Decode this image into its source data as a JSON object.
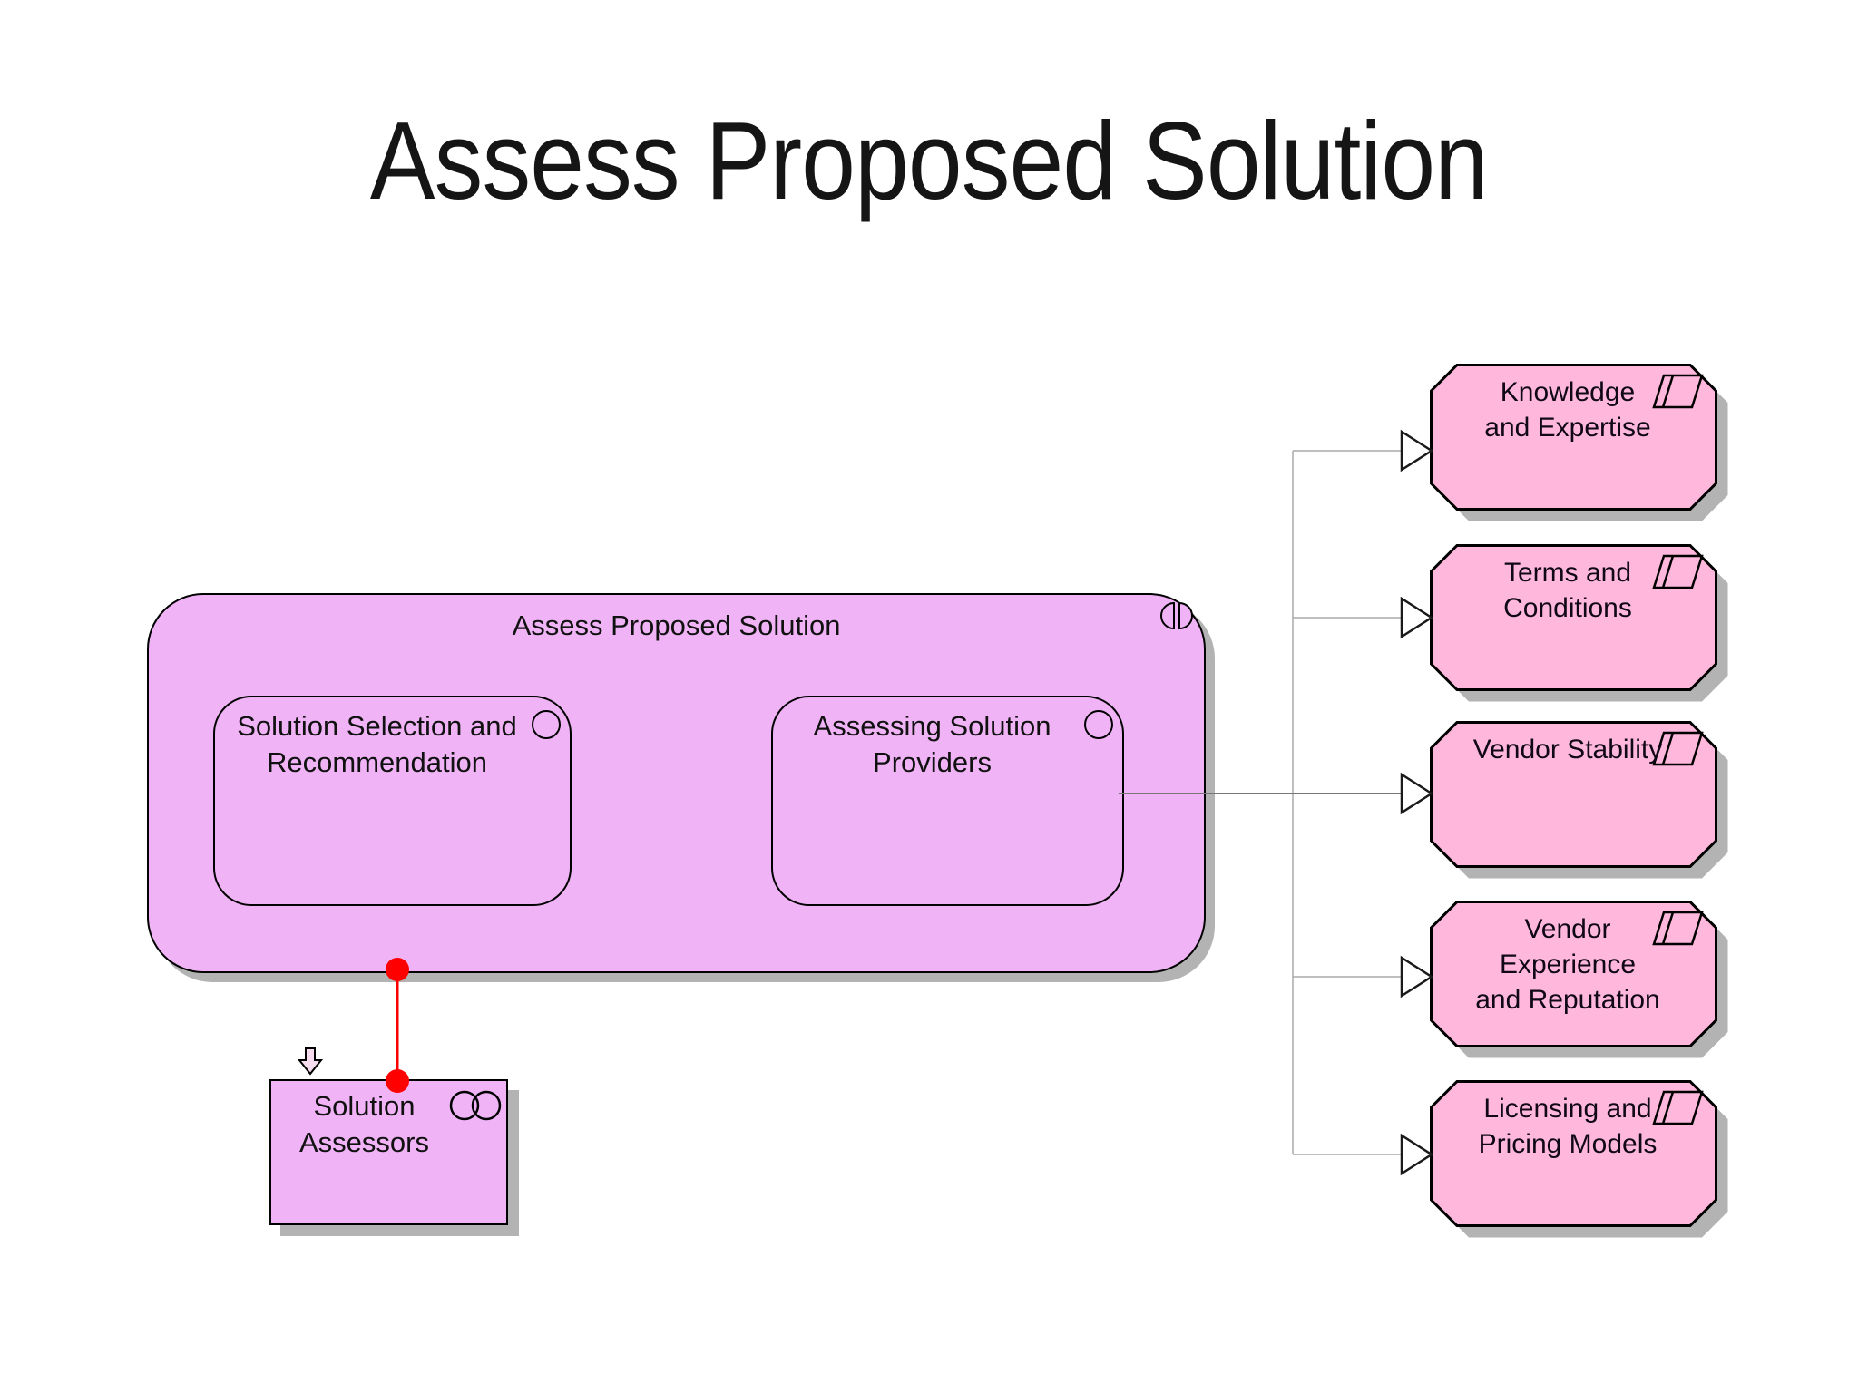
{
  "title": "Assess Proposed Solution",
  "colors": {
    "purple": "#F0B4F6",
    "pink": "#FFB8DC",
    "shadow": "#B3B3B3",
    "red": "#FF0000",
    "connector": "#AAAAAA",
    "connector-dark": "#777777"
  },
  "process_group": {
    "label": "Assess Proposed Solution",
    "icon": "interaction-icon",
    "sub_processes": [
      {
        "label": "Solution Selection and\nRecommendation",
        "icon": "process-circle-icon"
      },
      {
        "label": "Assessing Solution\nProviders",
        "icon": "process-circle-icon"
      }
    ]
  },
  "actor": {
    "label": "Solution\nAssessors",
    "icon": "collaboration-icon",
    "marker": "down-arrow-icon"
  },
  "deliverables": [
    {
      "label": "Knowledge\nand Expertise",
      "icon": "deliverable-icon"
    },
    {
      "label": "Terms and\nConditions",
      "icon": "deliverable-icon"
    },
    {
      "label": "Vendor Stability",
      "icon": "deliverable-icon"
    },
    {
      "label": "Vendor\nExperience\nand Reputation",
      "icon": "deliverable-icon"
    },
    {
      "label": "Licensing and\nPricing Models",
      "icon": "deliverable-icon"
    }
  ]
}
